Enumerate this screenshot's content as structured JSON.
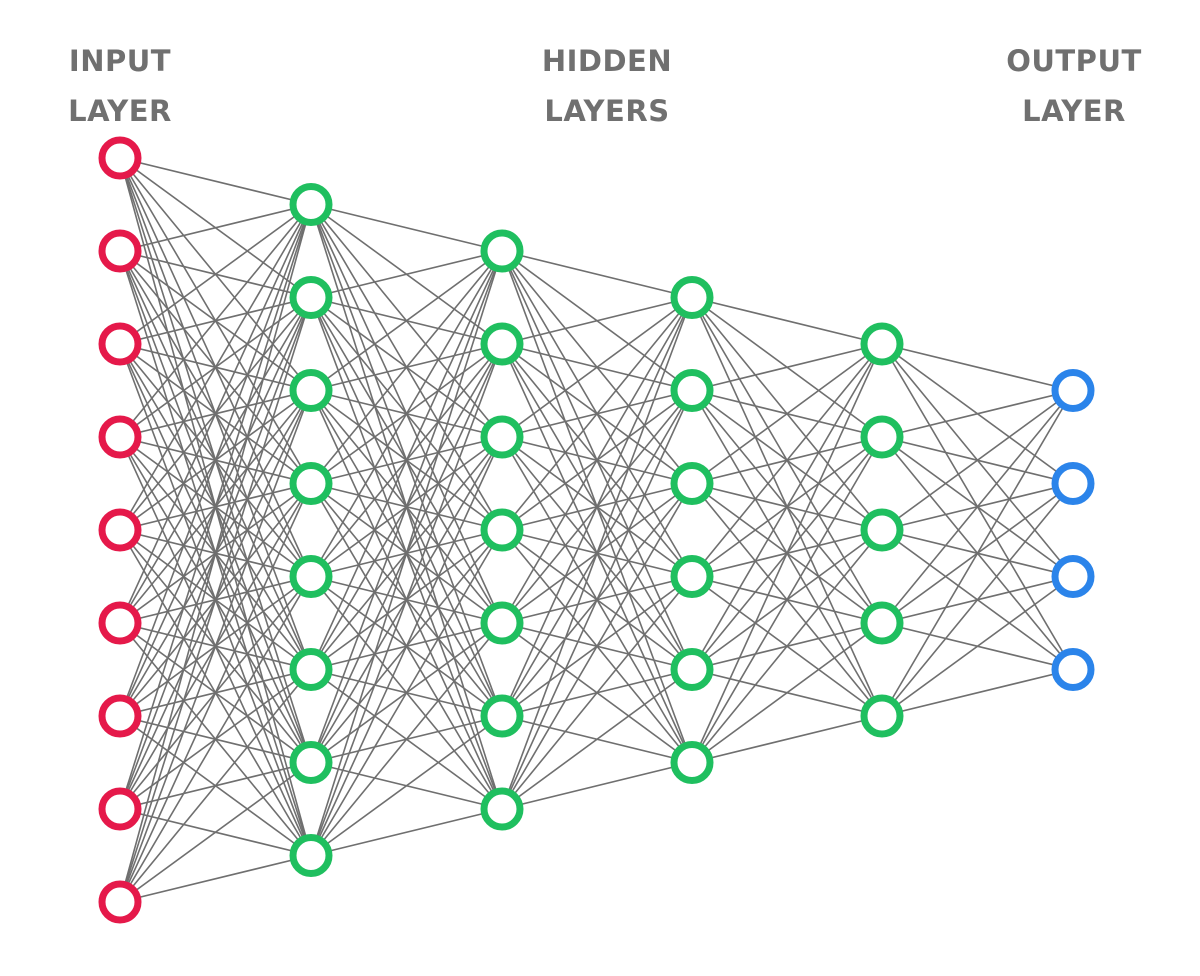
{
  "labels": {
    "input": {
      "line1": "INPUT",
      "line2": "LAYER"
    },
    "hidden": {
      "line1": "HIDDEN",
      "line2": "LAYERS"
    },
    "output": {
      "line1": "OUTPUT",
      "line2": "LAYER"
    }
  },
  "colors": {
    "input": "#e5194a",
    "hidden": "#1fbf5f",
    "output": "#2b84ea",
    "edge": "#6f6f6f",
    "label": "#707070"
  },
  "network": {
    "layers": [
      {
        "kind": "input",
        "nodes": 9
      },
      {
        "kind": "hidden",
        "nodes": 8
      },
      {
        "kind": "hidden",
        "nodes": 7
      },
      {
        "kind": "hidden",
        "nodes": 6
      },
      {
        "kind": "hidden",
        "nodes": 5
      },
      {
        "kind": "output",
        "nodes": 4
      }
    ]
  }
}
